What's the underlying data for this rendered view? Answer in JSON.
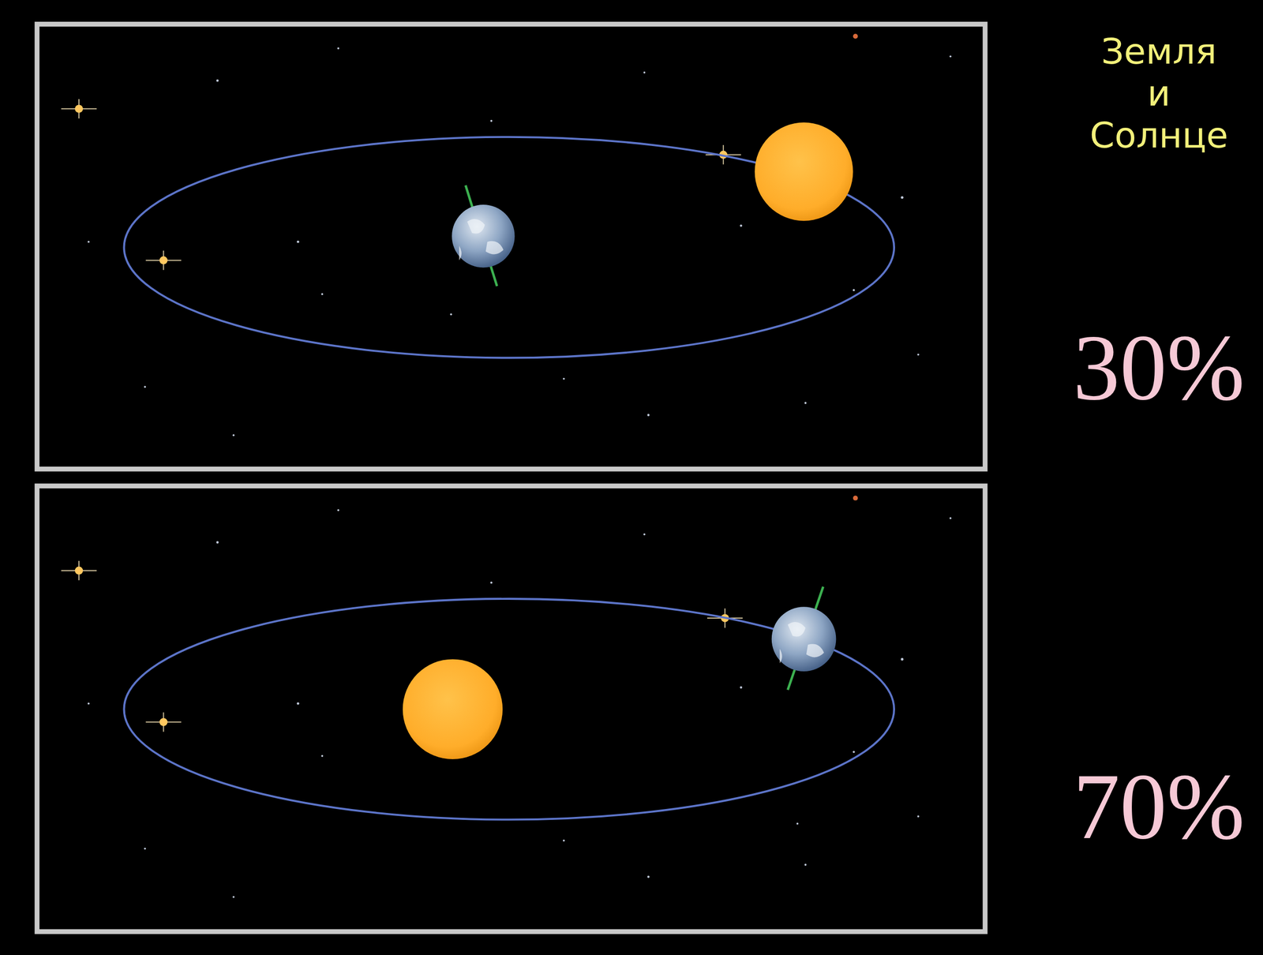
{
  "diagram": {
    "title": "Земля и Солнце",
    "labels": [
      "30%",
      "70%"
    ]
  }
}
